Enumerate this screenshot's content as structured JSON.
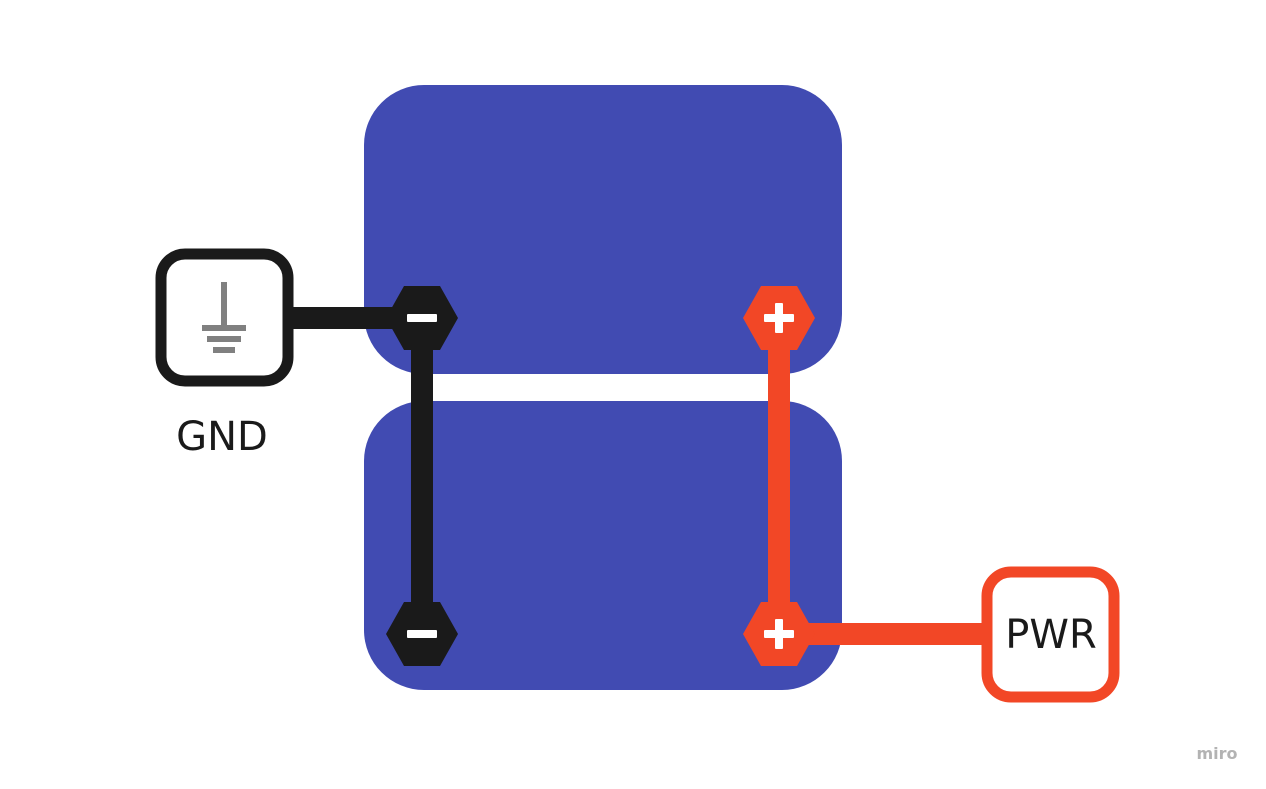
{
  "labels": {
    "ground": "GND",
    "power": "PWR",
    "watermark": "miro"
  },
  "colors": {
    "battery": "#414bb2",
    "ground_wire": "#1a1a1a",
    "power_wire": "#f24726",
    "terminal_symbol": "#ffffff",
    "ground_icon": "#808080",
    "watermark": "#b3b3b3",
    "text": "#1a1a1a"
  },
  "batteries": [
    {
      "name": "battery-top",
      "terminals": [
        "negative",
        "positive"
      ]
    },
    {
      "name": "battery-bottom",
      "terminals": [
        "negative",
        "positive"
      ]
    }
  ],
  "icons": {
    "ground": "ground-icon",
    "negative_terminal": "minus-icon",
    "positive_terminal": "plus-icon"
  }
}
